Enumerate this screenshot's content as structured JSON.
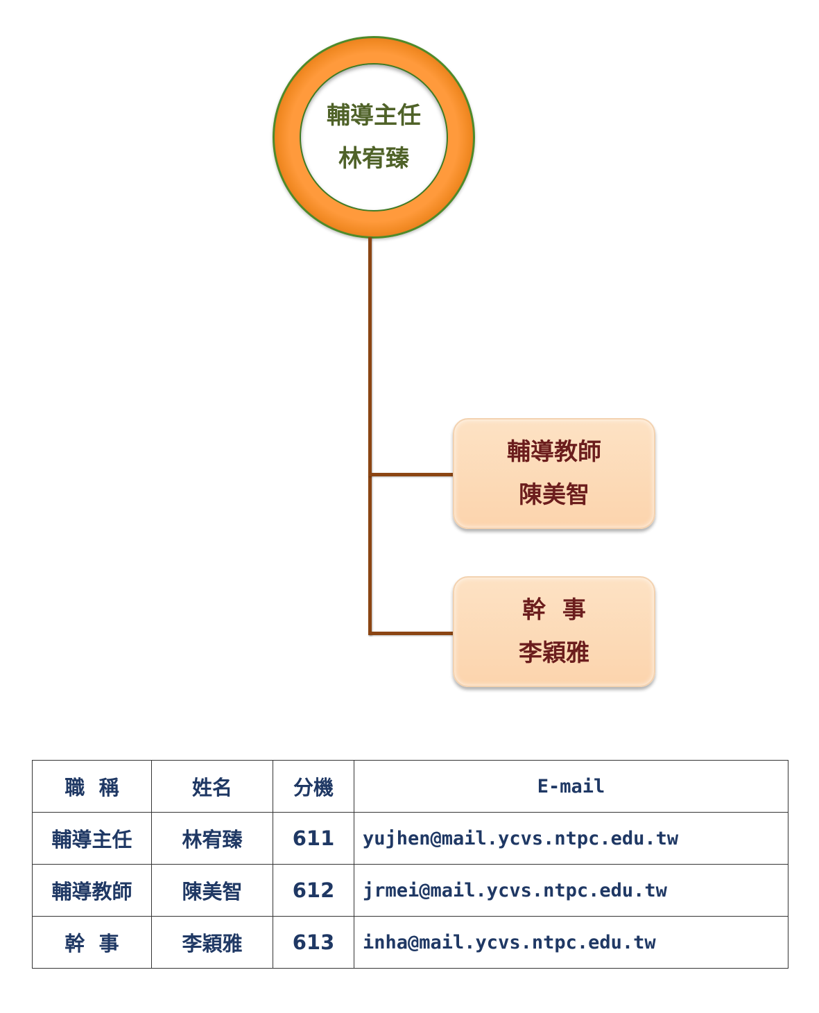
{
  "org_chart": {
    "head": {
      "title": "輔導主任",
      "name": "林宥臻"
    },
    "members": [
      {
        "title": "輔導教師",
        "name": "陳美智"
      },
      {
        "title": "幹  事",
        "name": "李穎雅"
      }
    ],
    "colors": {
      "ring": "#f28a24",
      "ring_border": "#4e8a2a",
      "head_text": "#4f6228",
      "box_fill": "#fcd9b6",
      "box_text": "#6b1d1d",
      "connector": "#8b4513"
    }
  },
  "table": {
    "headers": [
      "職  稱",
      "姓名",
      "分機",
      "E-mail"
    ],
    "rows": [
      [
        "輔導主任",
        "林宥臻",
        "611",
        "yujhen@mail.ycvs.ntpc.edu.tw"
      ],
      [
        "輔導教師",
        "陳美智",
        "612",
        "jrmei@mail.ycvs.ntpc.edu.tw"
      ],
      [
        "幹  事",
        "李穎雅",
        "613",
        "inha@mail.ycvs.ntpc.edu.tw"
      ]
    ]
  }
}
